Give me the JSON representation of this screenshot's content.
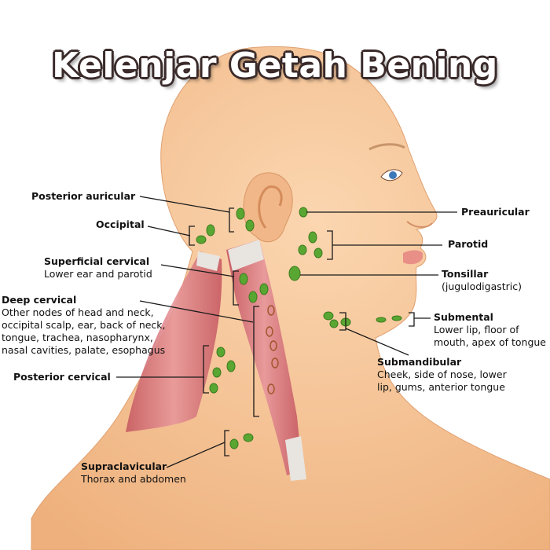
{
  "title": "Kelenjar Getah Bening",
  "colors": {
    "skin": "#f6c59a",
    "muscle": "#d9757a",
    "node": "#55a630",
    "line": "#1a1a1a"
  },
  "labels": {
    "posterior_auricular": {
      "title": "Posterior auricular"
    },
    "occipital": {
      "title": "Occipital"
    },
    "superficial_cervical": {
      "title": "Superficial cervical",
      "desc": [
        "Lower ear and parotid"
      ]
    },
    "deep_cervical": {
      "title": "Deep cervical",
      "desc": [
        "Other nodes of head and neck,",
        "occipital scalp, ear, back of neck,",
        "tongue, trachea, nasopharynx,",
        "nasal cavities, palate, esophagus"
      ]
    },
    "posterior_cervical": {
      "title": "Posterior cervical"
    },
    "supraclavicular": {
      "title": "Supraclavicular",
      "desc": [
        "Thorax and abdomen"
      ]
    },
    "preauricular": {
      "title": "Preauricular"
    },
    "parotid": {
      "title": "Parotid"
    },
    "tonsillar": {
      "title": "Tonsillar",
      "desc": [
        "(jugulodigastric)"
      ]
    },
    "submental": {
      "title": "Submental",
      "desc": [
        "Lower lip, floor of",
        "mouth, apex of tongue"
      ]
    },
    "submandibular": {
      "title": "Submandibular",
      "desc": [
        "Cheek, side of nose, lower",
        "lip, gums, anterior tongue"
      ]
    }
  }
}
